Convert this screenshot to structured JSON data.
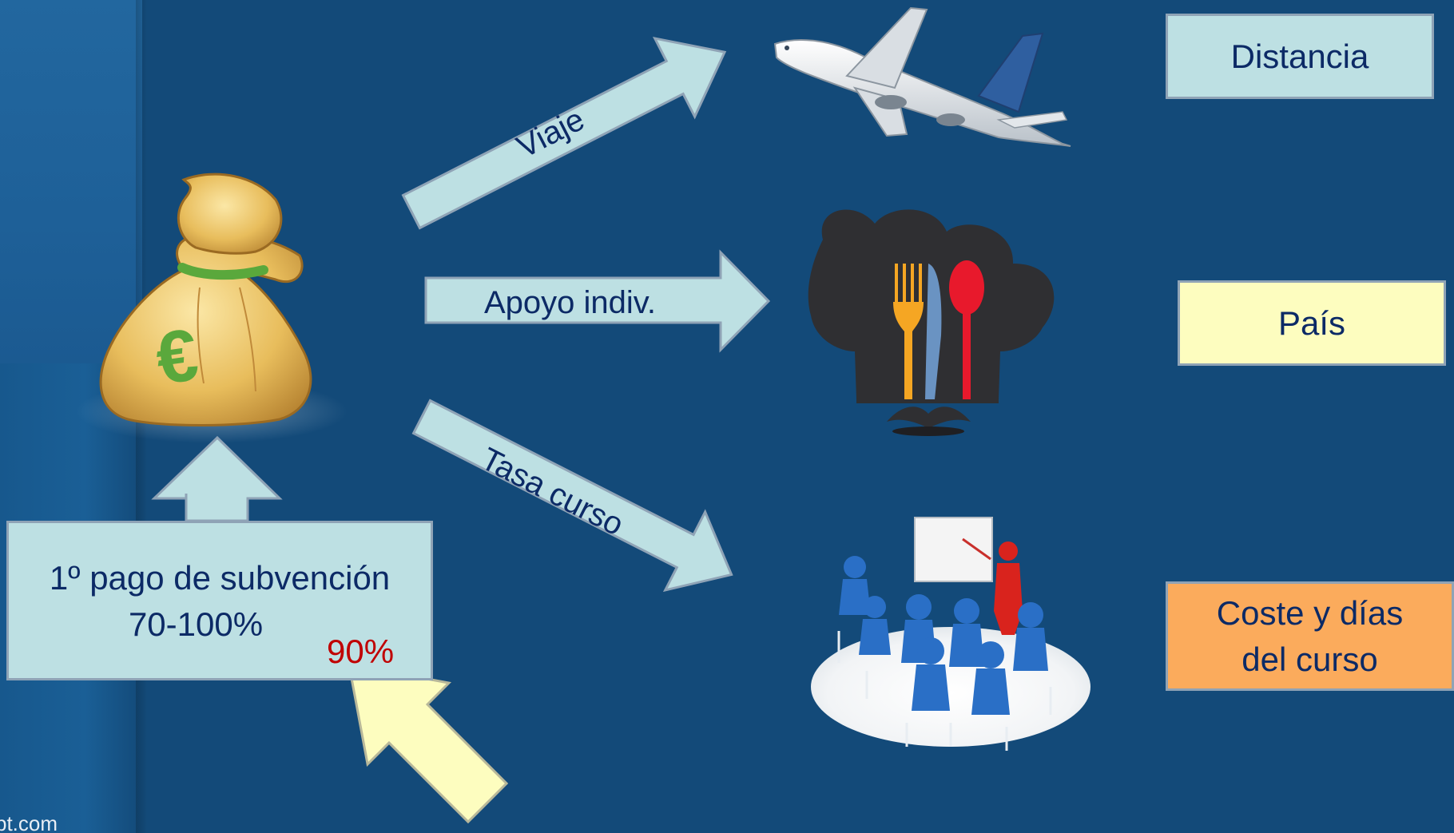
{
  "footer": {
    "text": "pt.com"
  },
  "right_boxes": {
    "distancia": "Distancia",
    "pais": "País",
    "coste_line1": "Coste y días",
    "coste_line2": "del curso"
  },
  "arrows": {
    "viaje": "Viaje",
    "apoyo": "Apoyo indiv.",
    "tasa": "Tasa curso"
  },
  "payment": {
    "line1": "1º pago de subvención",
    "line2": "70-100%",
    "percent": "90%"
  },
  "colors": {
    "background": "#134a79",
    "arrow_fill": "#bde0e3",
    "yellow_arrow": "#fdfdbf",
    "pais_box": "#fdfdbf",
    "coste_box": "#fbab5c",
    "text_dark_blue": "#0c2a66",
    "percent_red": "#c00000"
  },
  "icons": {
    "money_bag": "money-bag-euro-icon",
    "plane": "airplane-icon",
    "chef": "chef-hat-cutlery-icon",
    "training": "classroom-training-icon"
  }
}
